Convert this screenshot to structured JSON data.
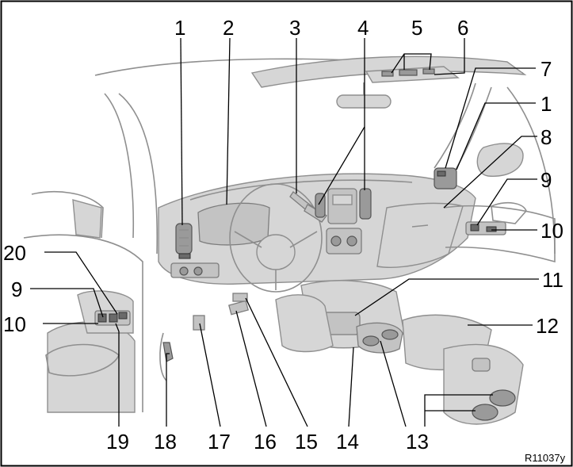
{
  "figure_code": "R11037y",
  "callouts": [
    {
      "id": "c1a",
      "text": "1"
    },
    {
      "id": "c2",
      "text": "2"
    },
    {
      "id": "c3",
      "text": "3"
    },
    {
      "id": "c4",
      "text": "4"
    },
    {
      "id": "c5",
      "text": "5"
    },
    {
      "id": "c6",
      "text": "6"
    },
    {
      "id": "c7",
      "text": "7"
    },
    {
      "id": "c1b",
      "text": "1"
    },
    {
      "id": "c8",
      "text": "8"
    },
    {
      "id": "c9r",
      "text": "9"
    },
    {
      "id": "c10r",
      "text": "10"
    },
    {
      "id": "c11",
      "text": "11"
    },
    {
      "id": "c12",
      "text": "12"
    },
    {
      "id": "c20",
      "text": "20"
    },
    {
      "id": "c9l",
      "text": "9"
    },
    {
      "id": "c10l",
      "text": "10"
    },
    {
      "id": "c19",
      "text": "19"
    },
    {
      "id": "c18",
      "text": "18"
    },
    {
      "id": "c17",
      "text": "17"
    },
    {
      "id": "c16",
      "text": "16"
    },
    {
      "id": "c15",
      "text": "15"
    },
    {
      "id": "c14",
      "text": "14"
    },
    {
      "id": "c13",
      "text": "13"
    }
  ]
}
